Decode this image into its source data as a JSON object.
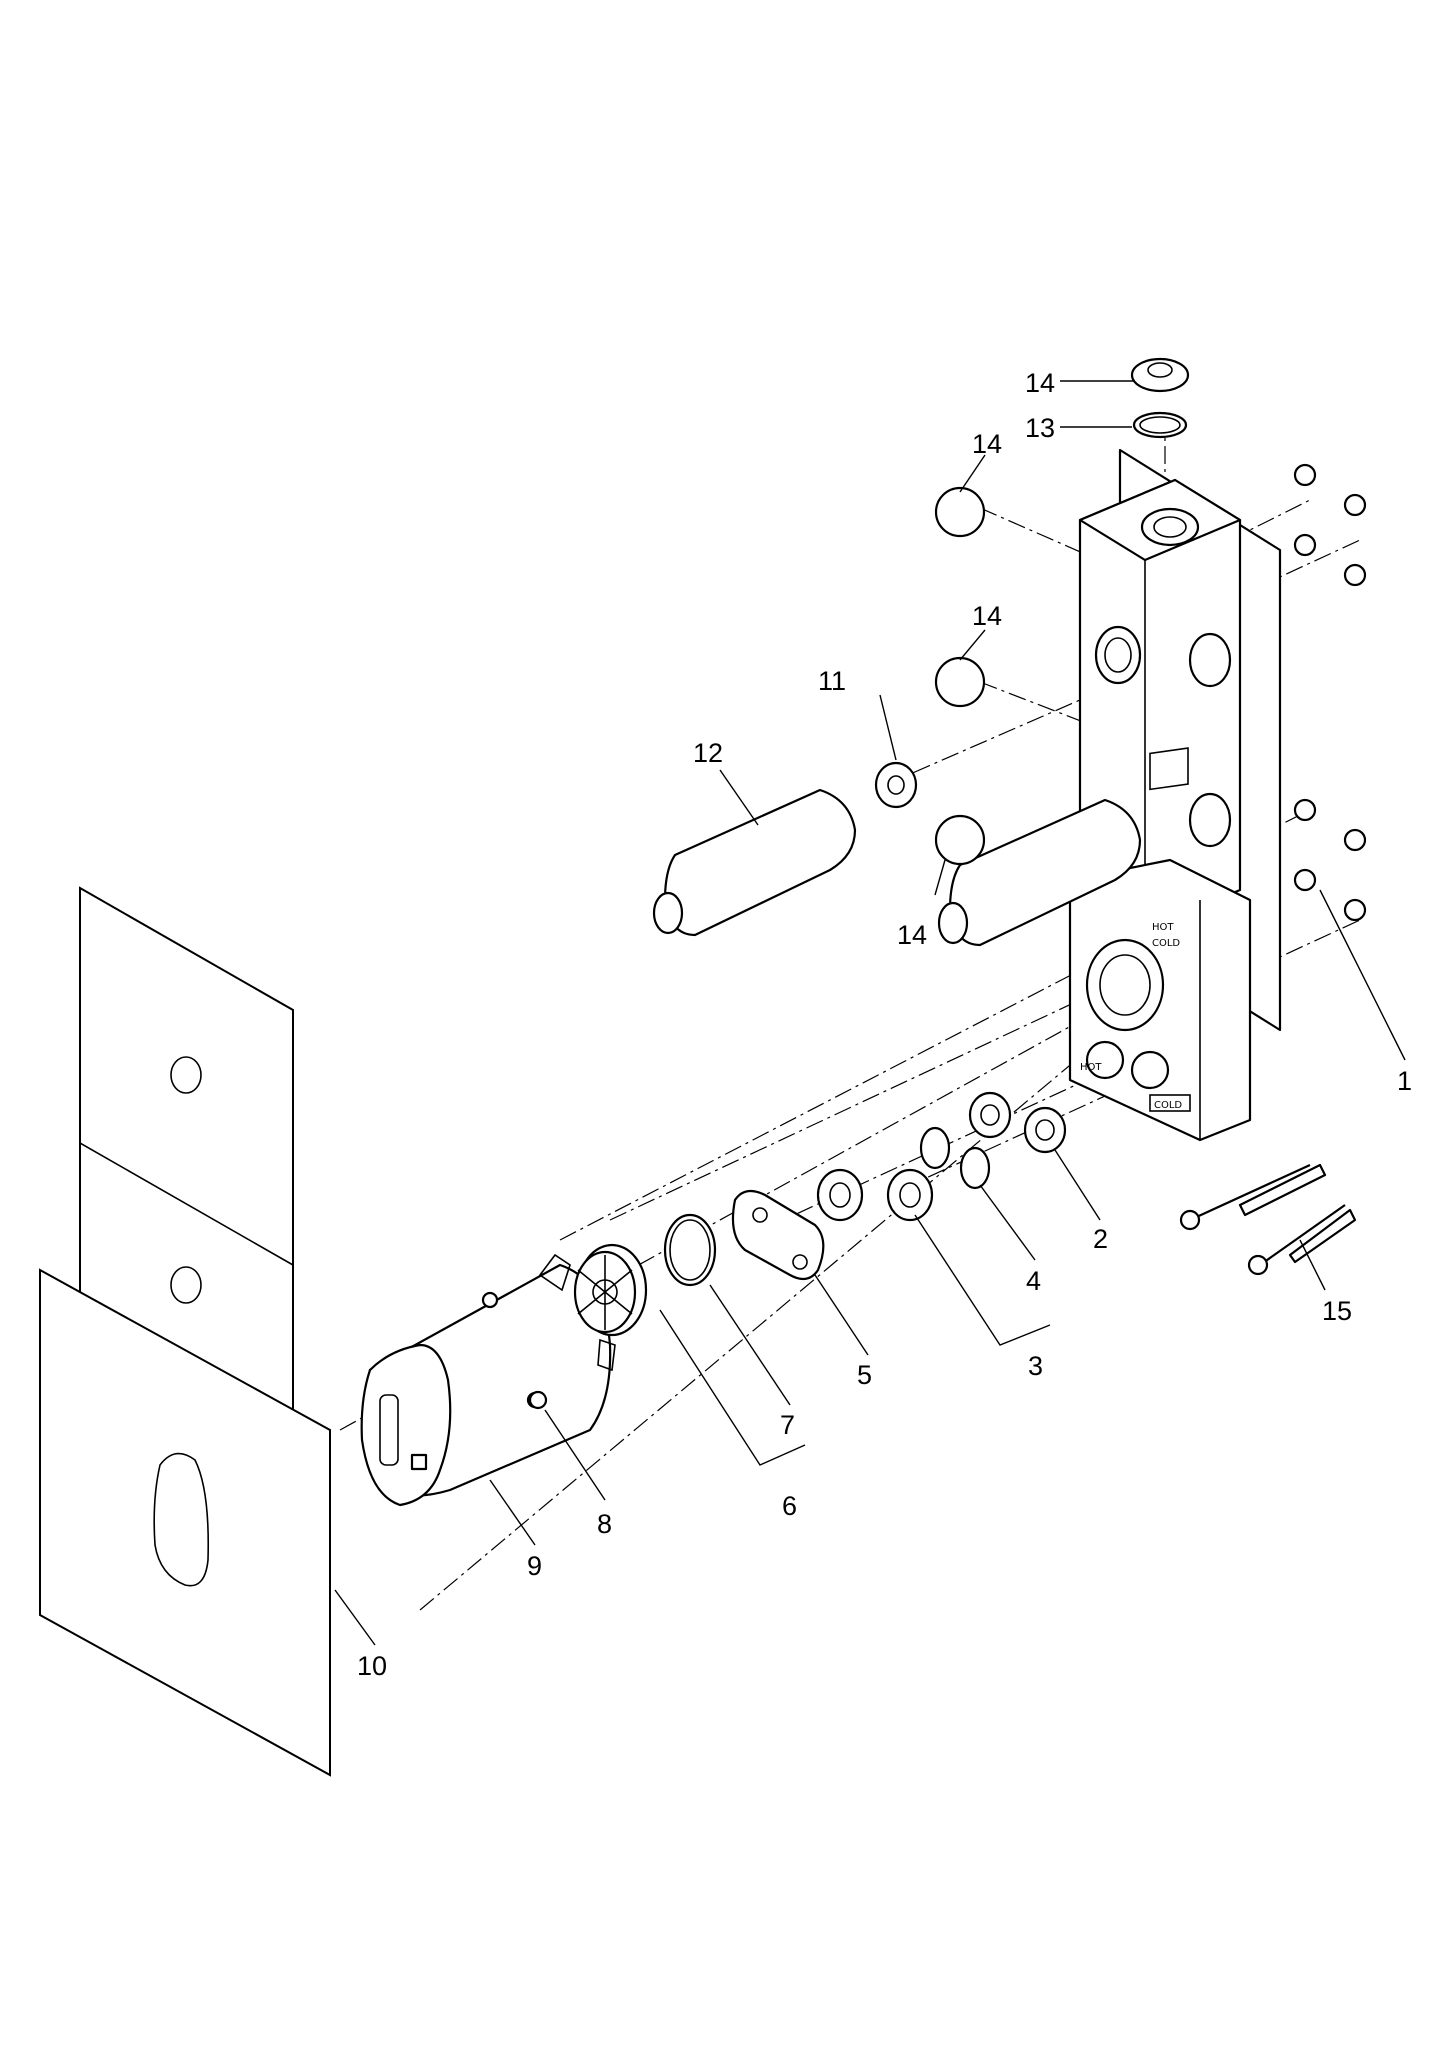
{
  "callouts": {
    "p1": "1",
    "p2": "2",
    "p3": "3",
    "p4": "4",
    "p5": "5",
    "p6": "6",
    "p7": "7",
    "p8": "8",
    "p9": "9",
    "p10": "10",
    "p11": "11",
    "p12": "12",
    "p13": "13",
    "p14_top": "14",
    "p14_upper": "14",
    "p14_middle": "14",
    "p14_lower": "14",
    "p15": "15"
  },
  "body_marks": {
    "hot_top": "HOT",
    "cold_top": "COLD",
    "hot_front": "HOT",
    "cold_front": "COLD"
  },
  "colors": {
    "line": "#000000",
    "background": "#ffffff"
  }
}
